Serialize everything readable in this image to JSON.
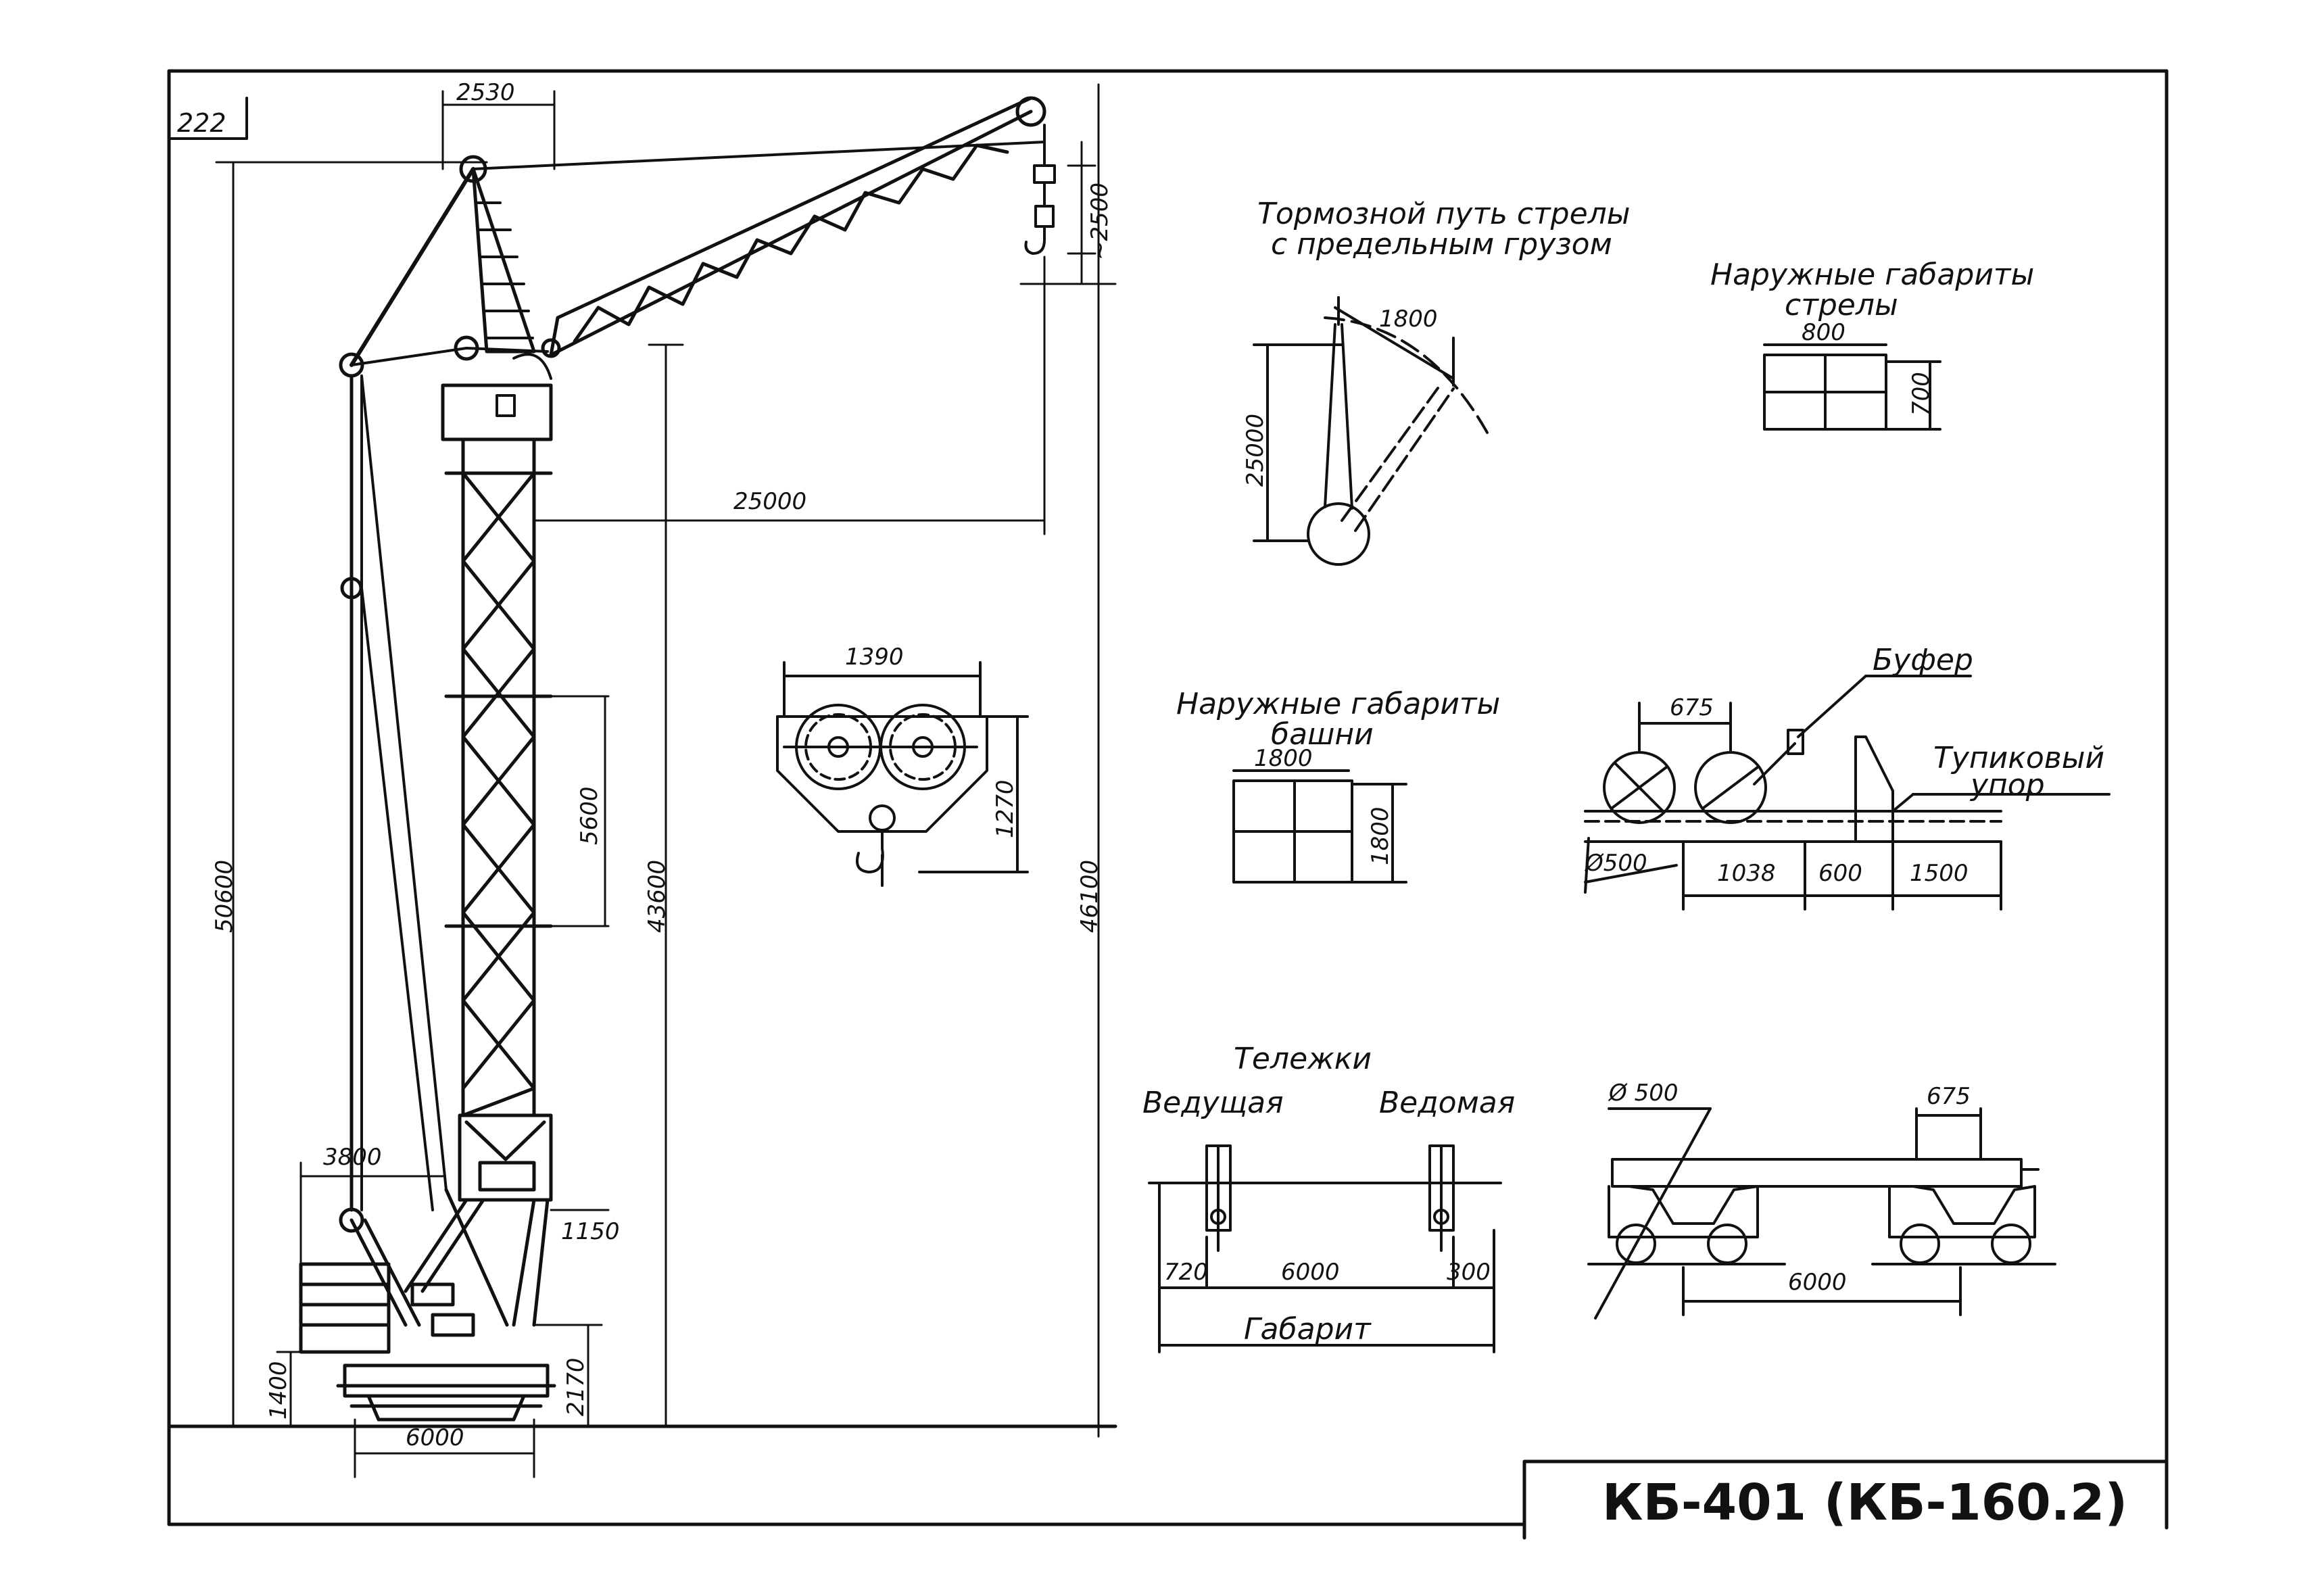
{
  "page_number": "222",
  "title": "КБ-401 (КБ-160.2)",
  "crane": {
    "dim_2530": "2530",
    "dim_2500": "~2500",
    "dim_25000": "25000",
    "dim_50600": "50600",
    "dim_43600": "43600",
    "dim_46100": "46100",
    "dim_5600": "5600",
    "dim_3800": "3800",
    "dim_1150": "1150",
    "dim_1400": "1400",
    "dim_2170": "2170",
    "dim_6000": "6000"
  },
  "hook_block": {
    "dim_1390": "1390",
    "dim_1270": "1270"
  },
  "braking": {
    "title_line1": "Тормозной путь стрелы",
    "title_line2": "с предельным грузом",
    "dim_1800": "1800",
    "dim_25000": "25000"
  },
  "boom_dims": {
    "title_line1": "Наружные габариты",
    "title_line2": "стрелы",
    "dim_800": "800",
    "dim_700": "700"
  },
  "tower_dims": {
    "title_line1": "Наружные габариты",
    "title_line2": "башни",
    "dim_1800": "1800",
    "dim_1800_vert": "1800"
  },
  "buffer": {
    "label_buffer": "Буфер",
    "label_stop_line1": "Тупиковый",
    "label_stop_line2": "упор",
    "dim_675": "675",
    "dim_d500": "Ø500",
    "dim_1038": "1038",
    "dim_600": "600",
    "dim_1500": "1500"
  },
  "trolleys": {
    "title": "Тележки",
    "driving": "Ведущая",
    "driven": "Ведомая",
    "dim_720": "720",
    "dim_6000": "6000",
    "dim_300": "300",
    "gabarit": "Габарит"
  },
  "chassis": {
    "dim_d500": "Ø 500",
    "dim_675": "675",
    "dim_6000": "6000"
  }
}
